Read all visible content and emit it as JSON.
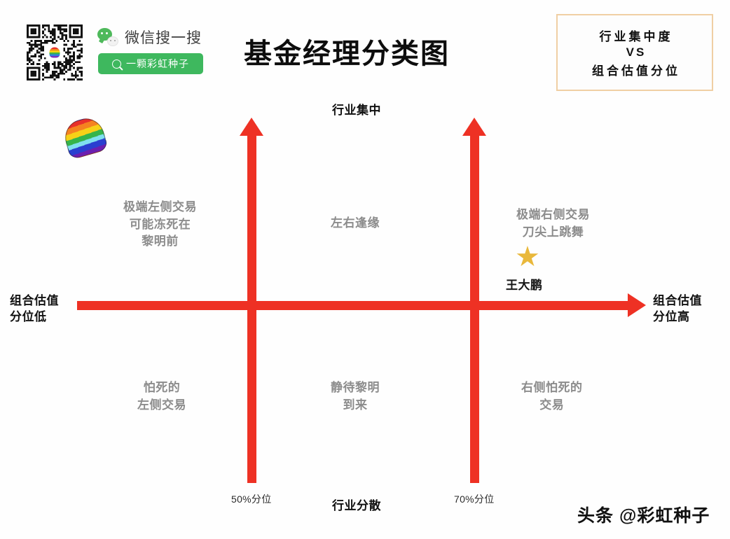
{
  "promo": {
    "qr_center_icon": "rainbow-seed-icon",
    "wechat_icon": "wechat-logo-icon",
    "wechat_search_label": "微信搜一搜",
    "search_icon": "search-icon",
    "search_button_text": "一颗彩虹种子"
  },
  "header": {
    "title": "基金经理分类图"
  },
  "legend_box": {
    "line1": "行业集中度",
    "line2": "VS",
    "line3": "组合估值分位",
    "border_color": "#f0cfa4"
  },
  "brand": {
    "rainbow_seed_icon": "rainbow-seed-logo"
  },
  "chart_data": {
    "type": "scatter",
    "title": "基金经理分类图",
    "xlabel_low": "组合估值\n分位低",
    "xlabel_high": "组合估值\n分位高",
    "ylabel_high": "行业集中",
    "ylabel_low": "行业分散",
    "axis_color": "#EE3124",
    "x_divider_labels": [
      "50%分位",
      "70%分位"
    ],
    "quadrant_label_color": "#8c8c8c",
    "quadrants": [
      {
        "id": "top-left",
        "text": "极端左侧交易\n可能冻死在\n黎明前"
      },
      {
        "id": "top-middle",
        "text": "左右逢缘"
      },
      {
        "id": "top-right",
        "text": "极端右侧交易\n刀尖上跳舞"
      },
      {
        "id": "bottom-left",
        "text": "怕死的\n左侧交易"
      },
      {
        "id": "bottom-middle",
        "text": "静待黎明\n到来"
      },
      {
        "id": "bottom-right",
        "text": "右侧怕死的\n交易"
      }
    ],
    "points": [
      {
        "name": "王大鹏",
        "marker": "star",
        "color": "#E9B83B",
        "region": "top-right"
      }
    ]
  },
  "quadrant_lines": {
    "q_tl_1": "极端左侧交易",
    "q_tl_2": "可能冻死在",
    "q_tl_3": "黎明前",
    "q_tm_1": "左右逢缘",
    "q_tr_1": "极端右侧交易",
    "q_tr_2": "刀尖上跳舞",
    "q_bl_1": "怕死的",
    "q_bl_2": "左侧交易",
    "q_bm_1": "静待黎明",
    "q_bm_2": "到来",
    "q_br_1": "右侧怕死的",
    "q_br_2": "交易"
  },
  "axis_text": {
    "top": "行业集中",
    "bottom": "行业分散",
    "left_1": "组合估值",
    "left_2": "分位低",
    "right_1": "组合估值",
    "right_2": "分位高",
    "tick_left": "50%分位",
    "tick_right": "70%分位"
  },
  "marker": {
    "star_glyph": "★",
    "name": "王大鹏"
  },
  "footer": {
    "watermark": "头条 @彩虹种子"
  }
}
